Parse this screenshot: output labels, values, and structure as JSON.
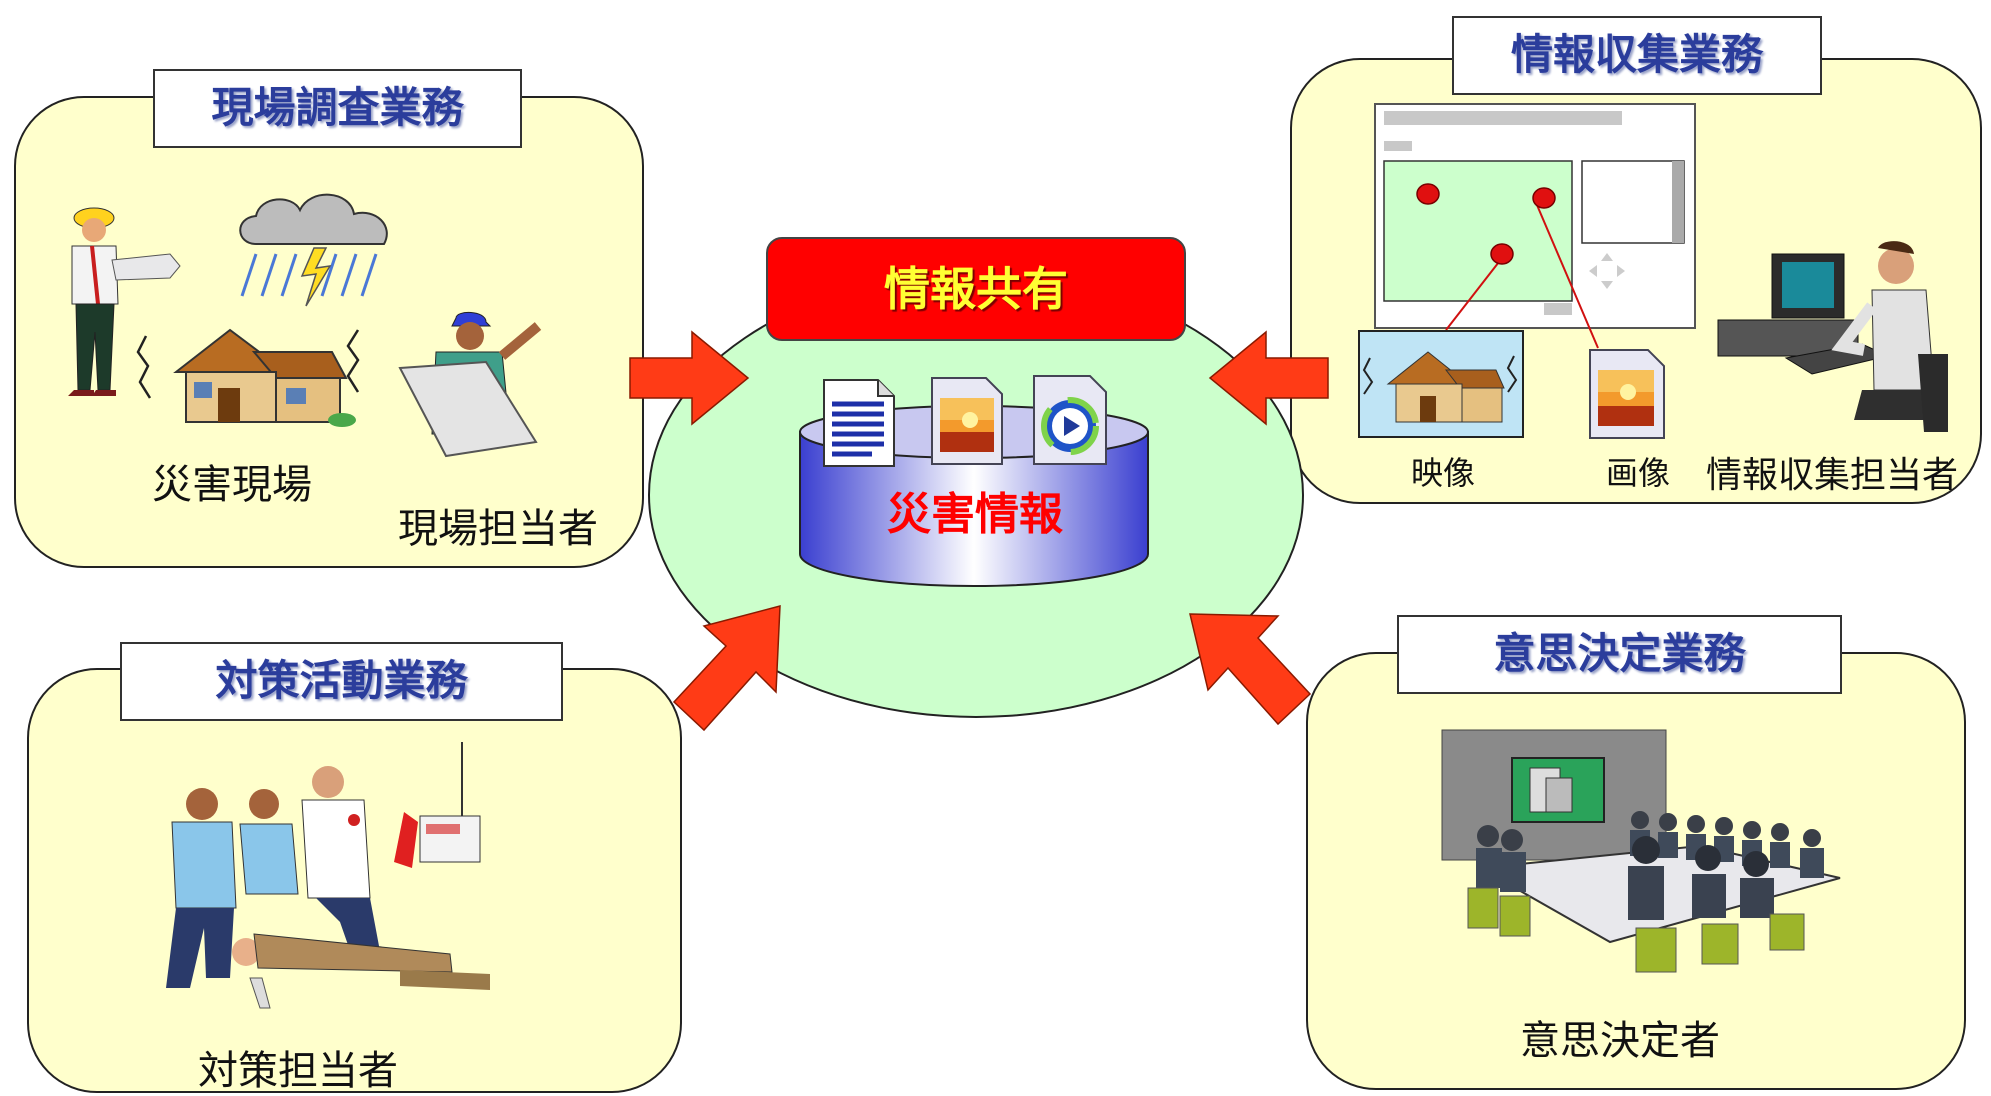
{
  "center": {
    "title": "情報共有",
    "db_label": "災害情報",
    "icons": [
      "document-icon",
      "image-file-icon",
      "media-player-icon"
    ]
  },
  "panels": {
    "field_survey": {
      "title": "現場調査業務",
      "site_label": "災害現場",
      "person_label": "現場担当者"
    },
    "info_collection": {
      "title": "情報収集業務",
      "video_label": "映像",
      "image_label": "画像",
      "person_label": "情報収集担当者"
    },
    "countermeasure": {
      "title": "対策活動業務",
      "person_label": "対策担当者"
    },
    "decision": {
      "title": "意思決定業務",
      "person_label": "意思決定者"
    }
  },
  "colors": {
    "panel_bg": "#ffffcc",
    "title_text": "#2b3d9c",
    "center_bg": "#ccffcc",
    "banner_bg": "#ff0000",
    "banner_text": "#ffff33",
    "arrow": "#ff3b16",
    "db_label": "#ff0000"
  }
}
